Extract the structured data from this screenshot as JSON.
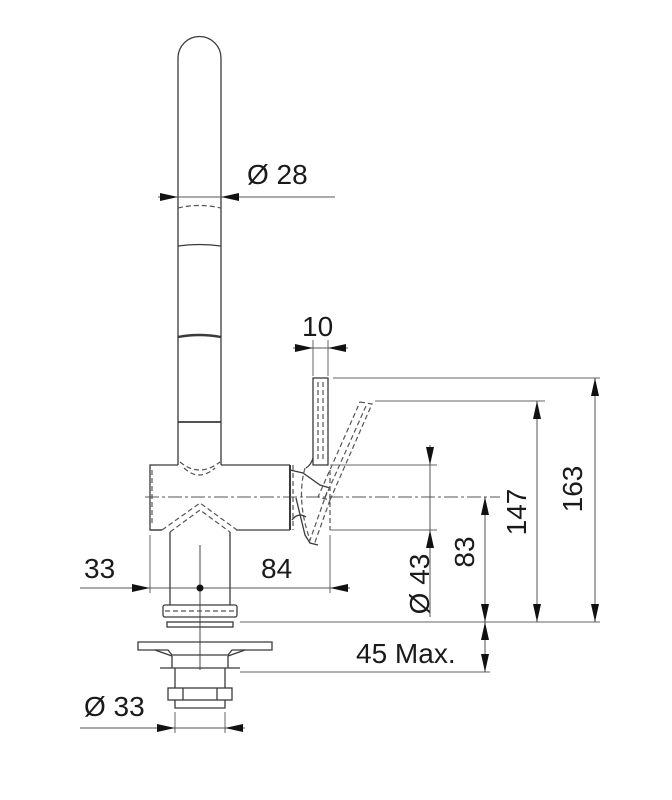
{
  "drawing": {
    "subject": "single-lever kitchen faucet side elevation",
    "line_color": "#3a3a3a",
    "background": "#ffffff"
  },
  "dimensions": {
    "spout_diameter": "Ø 28",
    "lever_width": "10",
    "base_left": "33",
    "base_right": "84",
    "body_diameter": "Ø 43",
    "spout_outlet_height": "83",
    "lever_height": "147",
    "total_height": "163",
    "deck_thickness": "45 Max.",
    "shank_diameter": "Ø 33"
  }
}
